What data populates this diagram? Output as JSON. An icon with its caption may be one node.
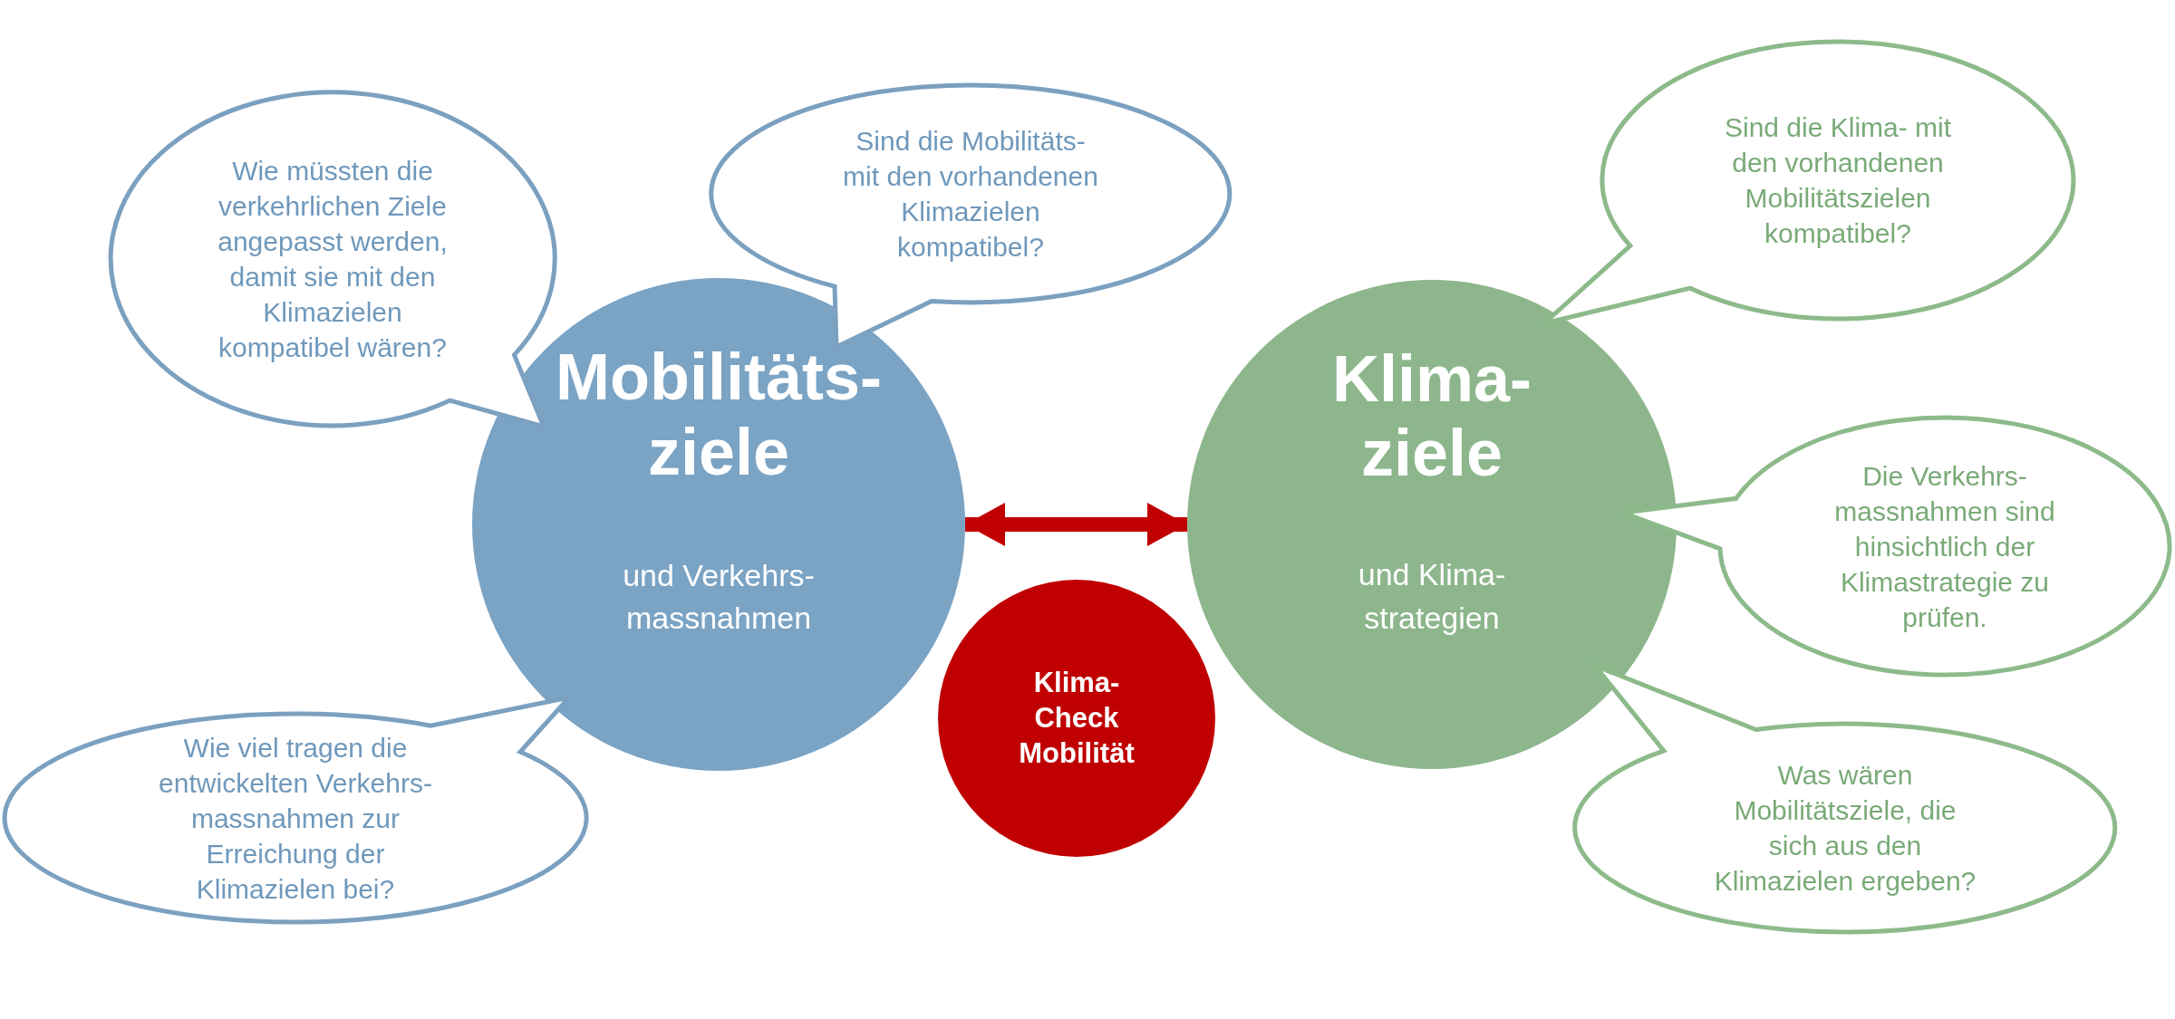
{
  "diagram": {
    "nodes": [
      {
        "text": [
          "Mobilitäts-ziele",
          "und Verkehrs-massnahmen"
        ]
      },
      {
        "text": [
          "Klima-ziele",
          "und Klima-strategien"
        ]
      },
      {
        "text": [
          "Klima-Check Mobilität"
        ]
      },
      {
        "text": [
          "Wie müssten die verkehrlichen Ziele angepasst werden, damit sie mit den Klimazielen kompatibel wären?"
        ]
      },
      {
        "text": [
          "Sind die Mobilitäts- mit den vorhandenen Klimazielen kompatibel?"
        ]
      },
      {
        "text": [
          "Sind die Klima- mit den vorhandenen Mobilitätszielen kompatibel?"
        ]
      },
      {
        "text": [
          "Die Verkehrs-massnahmen sind hinsichtlich der Klimastrategie zu prüfen."
        ]
      },
      {
        "text": [
          "Wie viel tragen die entwickelten Verkehrs-massnahmen zur Erreichung der Klimazielen bei?"
        ]
      },
      {
        "text": [
          "Was wären Mobilitätsziele, die sich aus den Klimazielen ergeben?"
        ]
      }
    ],
    "edges": [
      {
        "from": 0,
        "to": 1,
        "arrow": "both",
        "color": "#c00000"
      }
    ]
  }
}
